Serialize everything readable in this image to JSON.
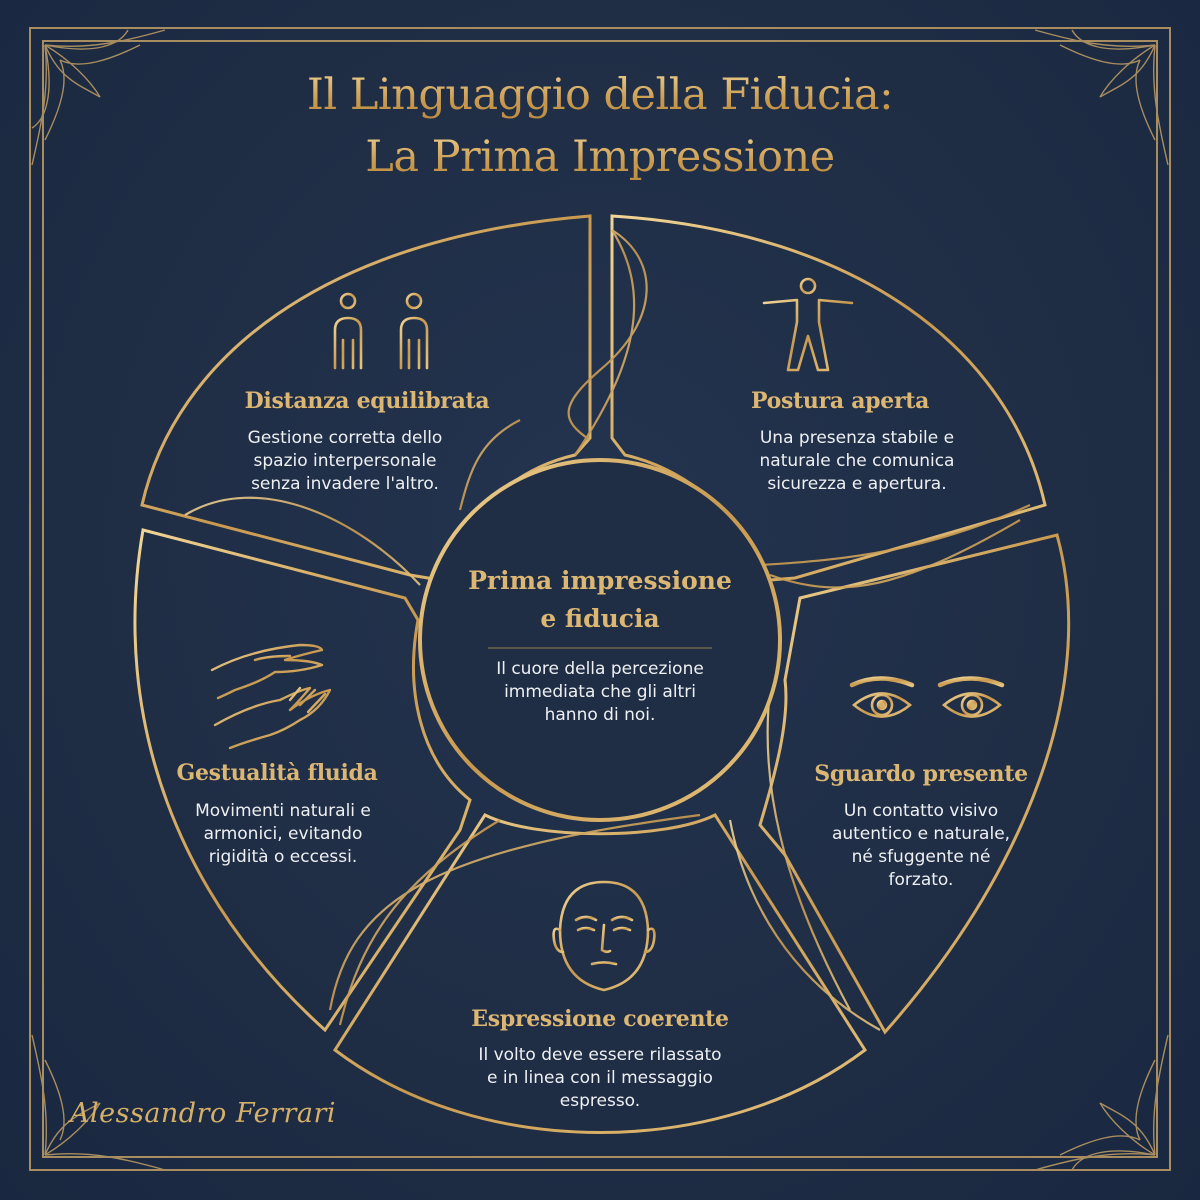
{
  "header": {
    "title_line1": "Il Linguaggio della Fiducia:",
    "title_line2": "La Prima Impressione"
  },
  "center": {
    "title": "Prima impressione\ne fiducia",
    "description": "Il cuore della percezione\nimmediata che gli altri\nhanno di noi."
  },
  "segments": [
    {
      "icon": "two-people-distance-icon",
      "title": "Distanza equilibrata",
      "description": "Gestione corretta dello\nspazio interpersonale\nsenza invadere l'altro."
    },
    {
      "icon": "open-posture-icon",
      "title": "Postura aperta",
      "description": "Una presenza stabile e\nnaturale che comunica\nsicurezza e apertura."
    },
    {
      "icon": "eyes-icon",
      "title": "Sguardo presente",
      "description": "Un contatto visivo\nautentico e naturale,\nné sfuggente né\nforzato."
    },
    {
      "icon": "face-icon",
      "title": "Espressione coerente",
      "description": "Il volto deve essere rilassato\ne in linea con il messaggio\nespresso."
    },
    {
      "icon": "hands-icon",
      "title": "Gestualità fluida",
      "description": "Movimenti naturali e\narmonici, evitando\nrigidità o eccessi."
    }
  ],
  "signature": "Alessandro Ferrari",
  "colors": {
    "background": "#1f2d45",
    "gold": "#d6b067",
    "text": "#eef0f2"
  }
}
